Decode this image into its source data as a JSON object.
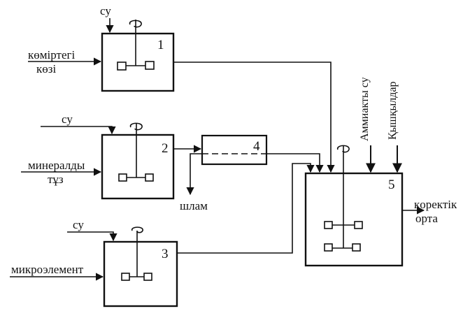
{
  "labels": {
    "water_top": "су",
    "carbon_line1": "көміртегі",
    "carbon_line2": "көзі",
    "water_mid": "су",
    "mineral_line1": "минералды",
    "mineral_line2": "тұз",
    "water_bottom": "су",
    "microelement": "микроэлемент",
    "sludge": "шлам",
    "ammonia_water": "Аммиакты су",
    "acids": "Қышқылдар",
    "output_line1": "қоректік",
    "output_line2": "орта"
  },
  "vessels": [
    {
      "number": "1"
    },
    {
      "number": "2"
    },
    {
      "number": "3"
    },
    {
      "number": "4"
    },
    {
      "number": "5"
    }
  ]
}
